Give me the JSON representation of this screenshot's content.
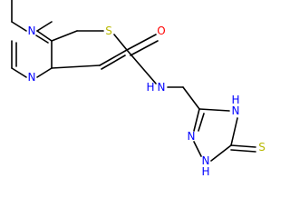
{
  "colors": {
    "bond": "#000000",
    "nitrogen": "#0000ff",
    "oxygen": "#ff0000",
    "sulfur": "#b8b800",
    "carbon": "#000000"
  },
  "atoms": {
    "n_pyrimidine_1": "N",
    "n_pyrimidine_2": "N",
    "s_thiophene": "S",
    "o_carbonyl": "O",
    "n_amide": "N",
    "h_amide": "H",
    "n_triazole_4": "N",
    "h_triazole_4": "H",
    "n_triazole_2": "N",
    "n_triazole_1": "N",
    "h_triazole_1": "H",
    "s_thione": "S"
  }
}
